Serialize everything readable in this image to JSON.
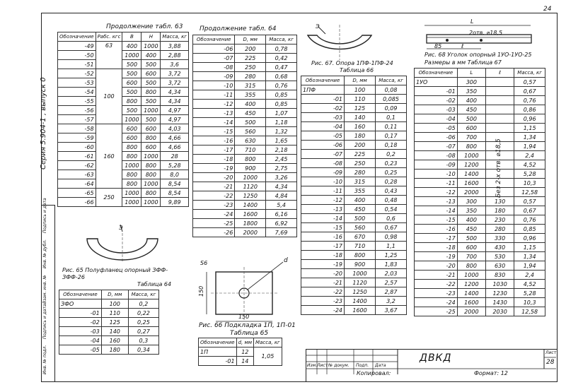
{
  "page_number_top": "24",
  "series_label": "Серия 5.904-1 , выпуск 0",
  "left_strip": [
    "Инв. № подл.",
    "Подпись и дата",
    "Взам. инв. №",
    "Инв. № дубл.",
    "Подпись и дата"
  ],
  "t63": {
    "caption": "Продолжение табл. 63",
    "headers": [
      "Обозначение",
      "Рабс. кгс",
      "В",
      "Н",
      "Масса, кг"
    ],
    "rows": [
      [
        "-49",
        "",
        "400",
        "1000",
        "3,88"
      ],
      [
        "-50",
        "",
        "1000",
        "400",
        "2,88"
      ],
      [
        "-51",
        "",
        "500",
        "500",
        "3,6"
      ],
      [
        "-52",
        "",
        "500",
        "600",
        "3,72"
      ],
      [
        "-53",
        "",
        "600",
        "500",
        "3,72"
      ],
      [
        "-54",
        "",
        "500",
        "800",
        "4,34"
      ],
      [
        "-55",
        "",
        "800",
        "500",
        "4,34"
      ],
      [
        "-56",
        "",
        "500",
        "1000",
        "4,97"
      ],
      [
        "-57",
        "",
        "1000",
        "500",
        "4,97"
      ],
      [
        "-58",
        "",
        "600",
        "600",
        "4,03"
      ],
      [
        "-59",
        "",
        "600",
        "800",
        "4,66"
      ],
      [
        "-60",
        "",
        "800",
        "600",
        "4,66"
      ],
      [
        "-61",
        "",
        "800",
        "1000",
        "28"
      ],
      [
        "-62",
        "",
        "1000",
        "800",
        "5,28"
      ],
      [
        "-63",
        "",
        "800",
        "800",
        "8,0"
      ],
      [
        "-64",
        "",
        "800",
        "1000",
        "8,54"
      ],
      [
        "-65",
        "",
        "1000",
        "800",
        "8,54"
      ],
      [
        "-66",
        "",
        "1000",
        "1000",
        "9,89"
      ]
    ],
    "groups": [
      "63",
      "100",
      "160",
      "250"
    ]
  },
  "t64a": {
    "caption": "Продолжение табл. 64",
    "headers": [
      "Обозначение",
      "D, мм",
      "Масса, кг"
    ],
    "rows": [
      [
        "-06",
        "200",
        "0,78"
      ],
      [
        "-07",
        "225",
        "0,42"
      ],
      [
        "-08",
        "250",
        "0,47"
      ],
      [
        "-09",
        "280",
        "0,68"
      ],
      [
        "-10",
        "315",
        "0,76"
      ],
      [
        "-11",
        "355",
        "0,85"
      ],
      [
        "-12",
        "400",
        "0,85"
      ],
      [
        "-13",
        "450",
        "1,07"
      ],
      [
        "-14",
        "500",
        "1,18"
      ],
      [
        "-15",
        "560",
        "1,32"
      ],
      [
        "-16",
        "630",
        "1,65"
      ],
      [
        "-17",
        "710",
        "2,18"
      ],
      [
        "-18",
        "800",
        "2,45"
      ],
      [
        "-19",
        "900",
        "2,75"
      ],
      [
        "-20",
        "1000",
        "3,26"
      ],
      [
        "-21",
        "1120",
        "4,34"
      ],
      [
        "-22",
        "1250",
        "4,84"
      ],
      [
        "-23",
        "1400",
        "5,4"
      ],
      [
        "-24",
        "1600",
        "6,16"
      ],
      [
        "-25",
        "1800",
        "6,92"
      ],
      [
        "-26",
        "2000",
        "7,69"
      ]
    ]
  },
  "t66": {
    "caption_fig": "Рис. 67. Опора 1ПФ-1ПФ-24",
    "caption_tab": "Таблица 66",
    "headers": [
      "Обозначение",
      "D, мм",
      "Масса, кг"
    ],
    "rows": [
      [
        "1ПФ",
        "100",
        "0,08"
      ],
      [
        "-01",
        "110",
        "0,085"
      ],
      [
        "-02",
        "125",
        "0,09"
      ],
      [
        "-03",
        "140",
        "0,1"
      ],
      [
        "-04",
        "160",
        "0,11"
      ],
      [
        "-05",
        "180",
        "0,17"
      ],
      [
        "-06",
        "200",
        "0,18"
      ],
      [
        "-07",
        "225",
        "0,2"
      ],
      [
        "-08",
        "250",
        "0,23"
      ],
      [
        "-09",
        "280",
        "0,25"
      ],
      [
        "-10",
        "315",
        "0,28"
      ],
      [
        "-11",
        "355",
        "0,43"
      ],
      [
        "-12",
        "400",
        "0,48"
      ],
      [
        "-13",
        "450",
        "0,54"
      ],
      [
        "-14",
        "500",
        "0,6"
      ],
      [
        "-15",
        "560",
        "0,67"
      ],
      [
        "-16",
        "670",
        "0,98"
      ],
      [
        "-17",
        "710",
        "1,1"
      ],
      [
        "-18",
        "800",
        "1,25"
      ],
      [
        "-19",
        "900",
        "1,83"
      ],
      [
        "-20",
        "1000",
        "2,03"
      ],
      [
        "-21",
        "1120",
        "2,57"
      ],
      [
        "-22",
        "1250",
        "2,87"
      ],
      [
        "-23",
        "1400",
        "3,2"
      ],
      [
        "-24",
        "1600",
        "3,67"
      ]
    ]
  },
  "t67": {
    "caption_fig": "Рис. 68 Уголок опорный 1УО-1УО-25",
    "caption_tab": "Размеры в мм   Таблица 67",
    "headers": [
      "Обозначение",
      "L",
      "ℓ",
      "Масса, кг"
    ],
    "rows": [
      [
        "1УО",
        "300",
        "",
        "0,57"
      ],
      [
        "-01",
        "350",
        "",
        "0,67"
      ],
      [
        "-02",
        "400",
        "",
        "0,76"
      ],
      [
        "-03",
        "450",
        "",
        "0,86"
      ],
      [
        "-04",
        "500",
        "",
        "0,96"
      ],
      [
        "-05",
        "600",
        "",
        "1,15"
      ],
      [
        "-06",
        "700",
        "",
        "1,34"
      ],
      [
        "-07",
        "800",
        "",
        "1,94"
      ],
      [
        "-08",
        "1000",
        "",
        "2,4"
      ],
      [
        "-09",
        "1200",
        "",
        "4,52"
      ],
      [
        "-10",
        "1400",
        "",
        "5,28"
      ],
      [
        "-11",
        "1600",
        "",
        "10,3"
      ],
      [
        "-12",
        "2000",
        "",
        "12,58"
      ],
      [
        "-13",
        "300",
        "130",
        "0,57"
      ],
      [
        "-14",
        "350",
        "180",
        "0,67"
      ],
      [
        "-15",
        "400",
        "230",
        "0,76"
      ],
      [
        "-16",
        "450",
        "280",
        "0,85"
      ],
      [
        "-17",
        "500",
        "330",
        "0,96"
      ],
      [
        "-18",
        "600",
        "430",
        "1,15"
      ],
      [
        "-19",
        "700",
        "530",
        "1,34"
      ],
      [
        "-20",
        "800",
        "630",
        "1,94"
      ],
      [
        "-21",
        "1000",
        "830",
        "2,4"
      ],
      [
        "-22",
        "1200",
        "1030",
        "4,52"
      ],
      [
        "-23",
        "1400",
        "1230",
        "5,28"
      ],
      [
        "-24",
        "1600",
        "1430",
        "10,3"
      ],
      [
        "-25",
        "2000",
        "2030",
        "12,58"
      ]
    ],
    "rotated_note": "Без 2-х отв. ⌀18,5",
    "hole_note": "2отв. ⌀18,5",
    "dims": {
      "L": "L",
      "a": "85",
      "l": "ℓ"
    }
  },
  "t64b": {
    "caption": "Рис. 65 Полуфланец опорный ЗФФ-ЗФФ-26",
    "caption_tab": "Таблица 64",
    "headers": [
      "Обозначение",
      "D, мм",
      "Масса, кг"
    ],
    "rows": [
      [
        "ЗФО",
        "100",
        "0,2"
      ],
      [
        "-01",
        "110",
        "0,22"
      ],
      [
        "-02",
        "125",
        "0,25"
      ],
      [
        "-03",
        "140",
        "0,27"
      ],
      [
        "-04",
        "160",
        "0,3"
      ],
      [
        "-05",
        "180",
        "0,34"
      ]
    ]
  },
  "t65": {
    "caption": "Рис. 66 Подкладка 1П, 1П-01",
    "caption_tab": "Таблица 65",
    "headers": [
      "Обозначение",
      "d, мм",
      "Масса, кг"
    ],
    "rows": [
      [
        "1П",
        "12",
        "1,05"
      ],
      [
        "-01",
        "14",
        ""
      ]
    ],
    "dims": {
      "s": "S6",
      "d": "d",
      "h": "150",
      "w": "150"
    }
  },
  "view_label": "Э",
  "title_block": {
    "code": "ДВКД",
    "sheet_label": "Лист",
    "sheet": "28",
    "footer": [
      "Изм.",
      "Лист",
      "№ докум.",
      "Подп.",
      "Дата"
    ],
    "copied": "Копировал:",
    "format": "Формат: 12"
  }
}
